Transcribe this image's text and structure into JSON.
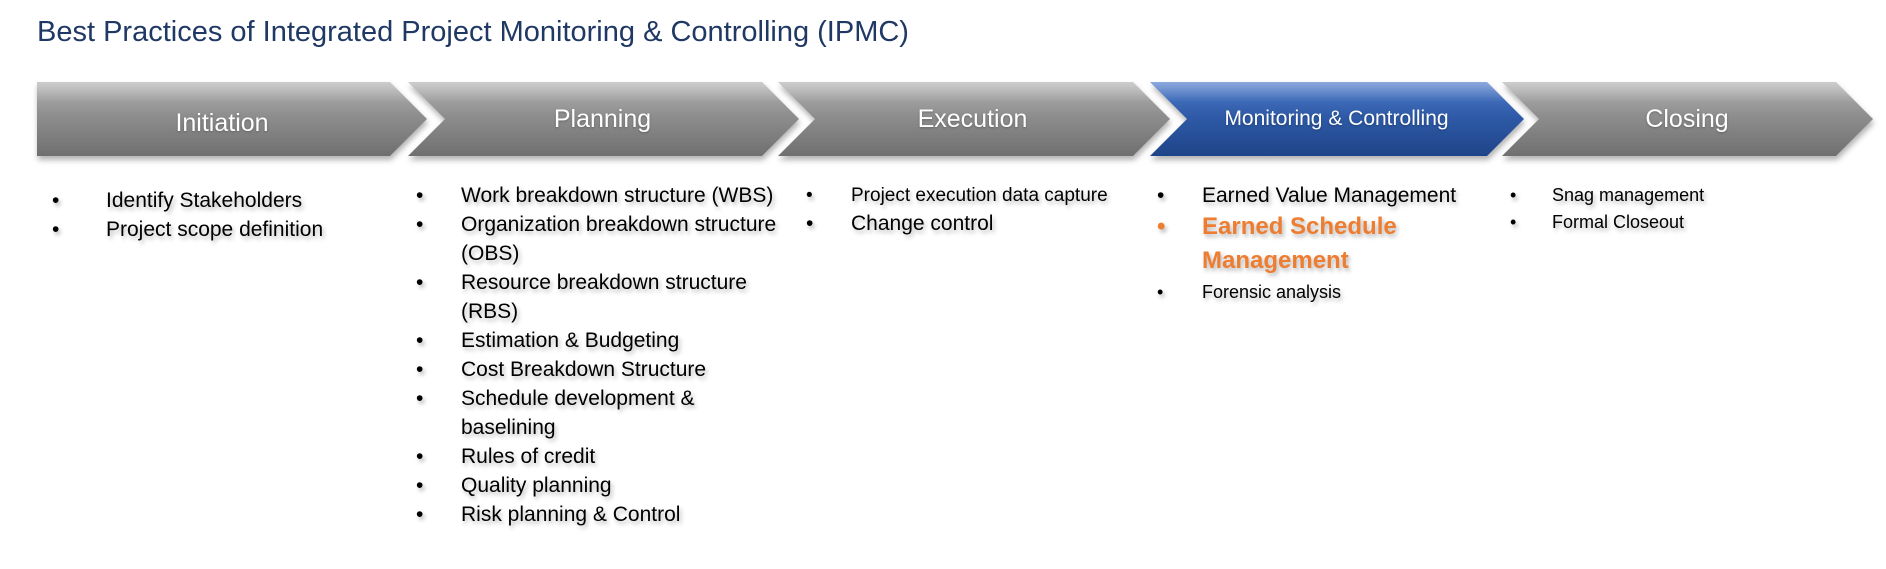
{
  "title": "Best Practices of Integrated Project Monitoring & Controlling (IPMC)",
  "colors": {
    "title": "#1f3864",
    "stage_gray": "#8c8c8c",
    "stage_blue": "#2f5ba8",
    "highlight": "#ed7d31"
  },
  "bullet_glyph": "•",
  "stages": [
    {
      "name": "Initiation",
      "active": false,
      "items": [
        {
          "text": "Identify Stakeholders"
        },
        {
          "text": "Project scope definition"
        }
      ]
    },
    {
      "name": "Planning",
      "active": false,
      "items": [
        {
          "text": "Work breakdown structure (WBS)"
        },
        {
          "text": "Organization breakdown structure (OBS)"
        },
        {
          "text": "Resource breakdown structure (RBS)"
        },
        {
          "text": "Estimation & Budgeting"
        },
        {
          "text": "Cost Breakdown Structure"
        },
        {
          "text": "Schedule development & baselining"
        },
        {
          "text": "Rules of credit"
        },
        {
          "text": "Quality planning"
        },
        {
          "text": "Risk planning & Control"
        }
      ]
    },
    {
      "name": "Execution",
      "active": false,
      "items": [
        {
          "text": "Project execution data capture"
        },
        {
          "text": "Change control"
        }
      ]
    },
    {
      "name": "Monitoring & Controlling",
      "active": true,
      "items": [
        {
          "text": "Earned Value Management"
        },
        {
          "text": "Earned Schedule Management",
          "highlight": true
        },
        {
          "text": "Forensic analysis"
        }
      ]
    },
    {
      "name": "Closing",
      "active": false,
      "items": [
        {
          "text": "Snag management"
        },
        {
          "text": "Formal Closeout"
        }
      ]
    }
  ]
}
